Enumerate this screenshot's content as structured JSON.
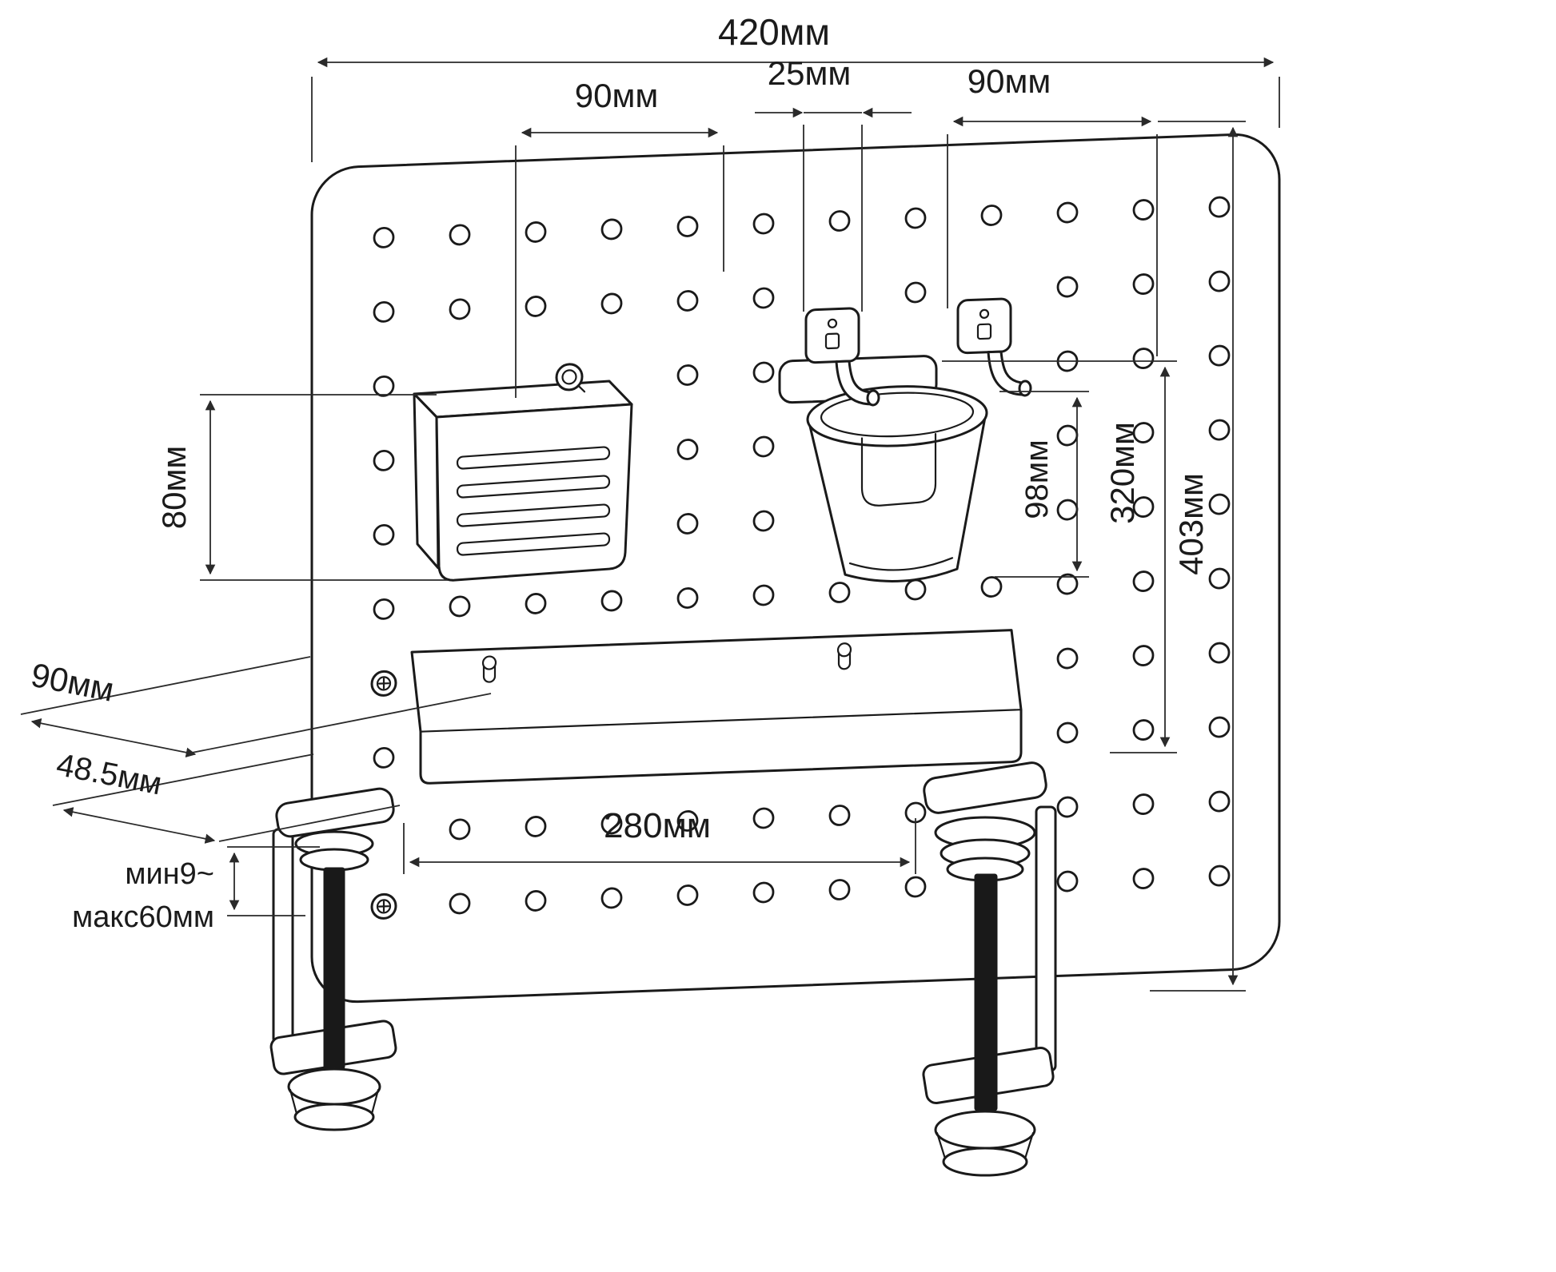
{
  "labels": {
    "total_width": "420мм",
    "span_left": "90мм",
    "span_center": "25мм",
    "span_right": "90мм",
    "basket_height": "80мм",
    "cup_height": "98мм",
    "inner_height": "320мм",
    "total_height": "403мм",
    "depth": "90мм",
    "clamp_depth": "48.5мм",
    "clamp_min": "мин9~",
    "clamp_max": "макс60мм",
    "clamp_span": "280мм"
  }
}
